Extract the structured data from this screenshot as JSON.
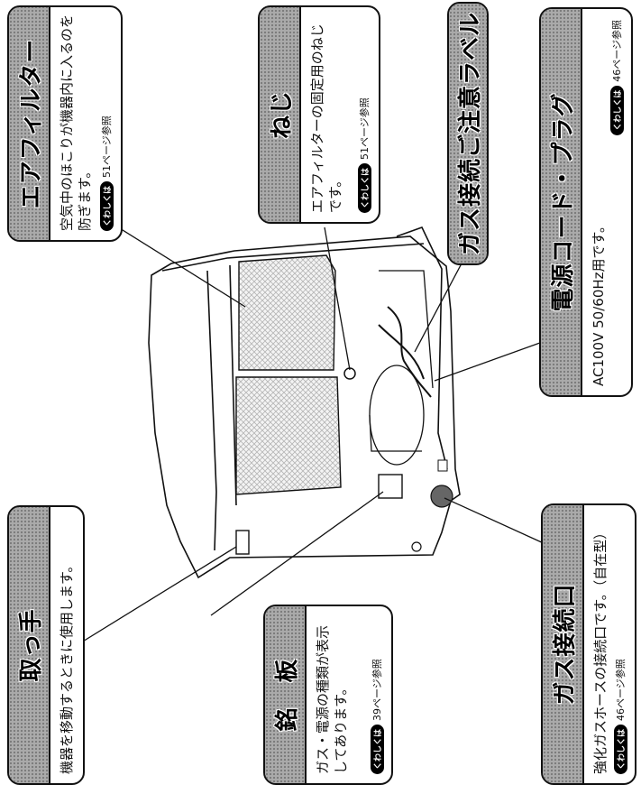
{
  "callouts": {
    "handle": {
      "title": "取っ手",
      "description": "機器を移動するときに使用します。"
    },
    "nameplate": {
      "title": "銘　板",
      "description": "ガス・電源の種類が表示してあります。",
      "tag": "くわしくは",
      "ref": "39ページ参照"
    },
    "air_filter": {
      "title": "エアフィルター",
      "description": "空気中のほこりが機器内に入るのを防ぎます。",
      "tag": "くわしくは",
      "ref": "51ページ参照"
    },
    "screw": {
      "title": "ねじ",
      "description": "エアフィルターの固定用のねじです。",
      "tag": "くわしくは",
      "ref": "51ページ参照"
    },
    "gas_label": {
      "title": "ガス接続ご注意ラベル"
    },
    "power_cord": {
      "title": "電源コード・プラグ",
      "description": "AC100V 50/60Hz用です。",
      "tag": "くわしくは",
      "ref": "46ページ参照"
    },
    "gas_inlet": {
      "title": "ガス接続口",
      "description": "強化ガスホースの接続口です。（自在型）",
      "tag": "くわしくは",
      "ref": "46ページ参照"
    }
  }
}
